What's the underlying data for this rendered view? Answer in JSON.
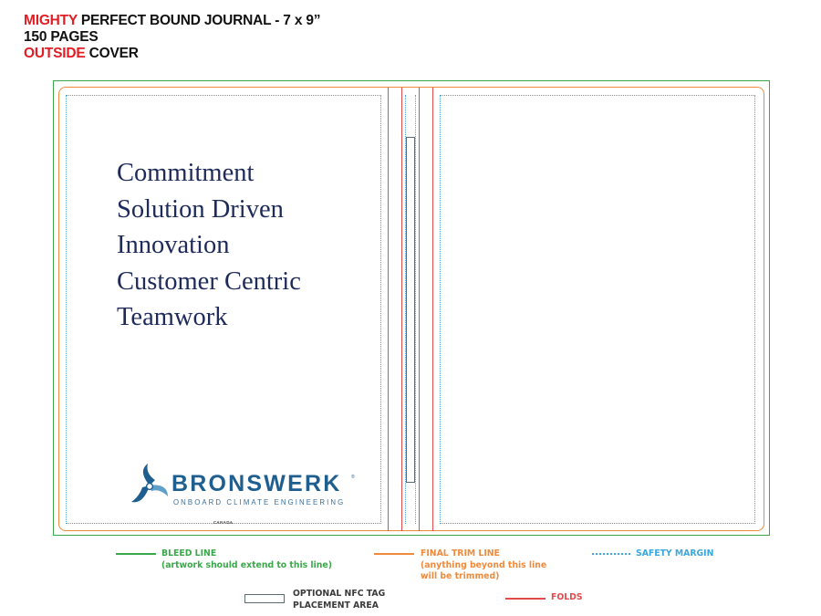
{
  "header": {
    "line1_highlight": "MIGHTY",
    "line1_rest": " PERFECT BOUND JOURNAL - 7 x 9”",
    "line2": "150 PAGES",
    "line3_highlight": "OUTSIDE",
    "line3_rest": " COVER"
  },
  "cover": {
    "values": [
      "Commitment",
      "Solution Driven",
      "Innovation",
      "Customer Centric",
      "Teamwork"
    ],
    "logo_name": "BRONSWERK",
    "logo_tagline": "ONBOARD CLIMATE ENGINEERING",
    "logo_trademark": "®",
    "logo_country": "CANADA"
  },
  "legend": {
    "bleed_label": "BLEED LINE",
    "bleed_note": "(artwork should extend to this line)",
    "trim_label": "FINAL TRIM LINE",
    "trim_note_1": "(anything beyond this line",
    "trim_note_2": "will be trimmed)",
    "safety_label": "SAFETY MARGIN",
    "nfc_label_1": "OPTIONAL NFC TAG",
    "nfc_label_2": "PLACEMENT AREA",
    "folds_label": "FOLDS"
  },
  "colors": {
    "red": "#e21d24",
    "bleed": "#3aa84a",
    "trim": "#f08a3c",
    "safety": "#3aa7de",
    "folds": "#e24b4b",
    "text_navy": "#1d2a5a",
    "logo_blue": "#1f5f8f"
  }
}
